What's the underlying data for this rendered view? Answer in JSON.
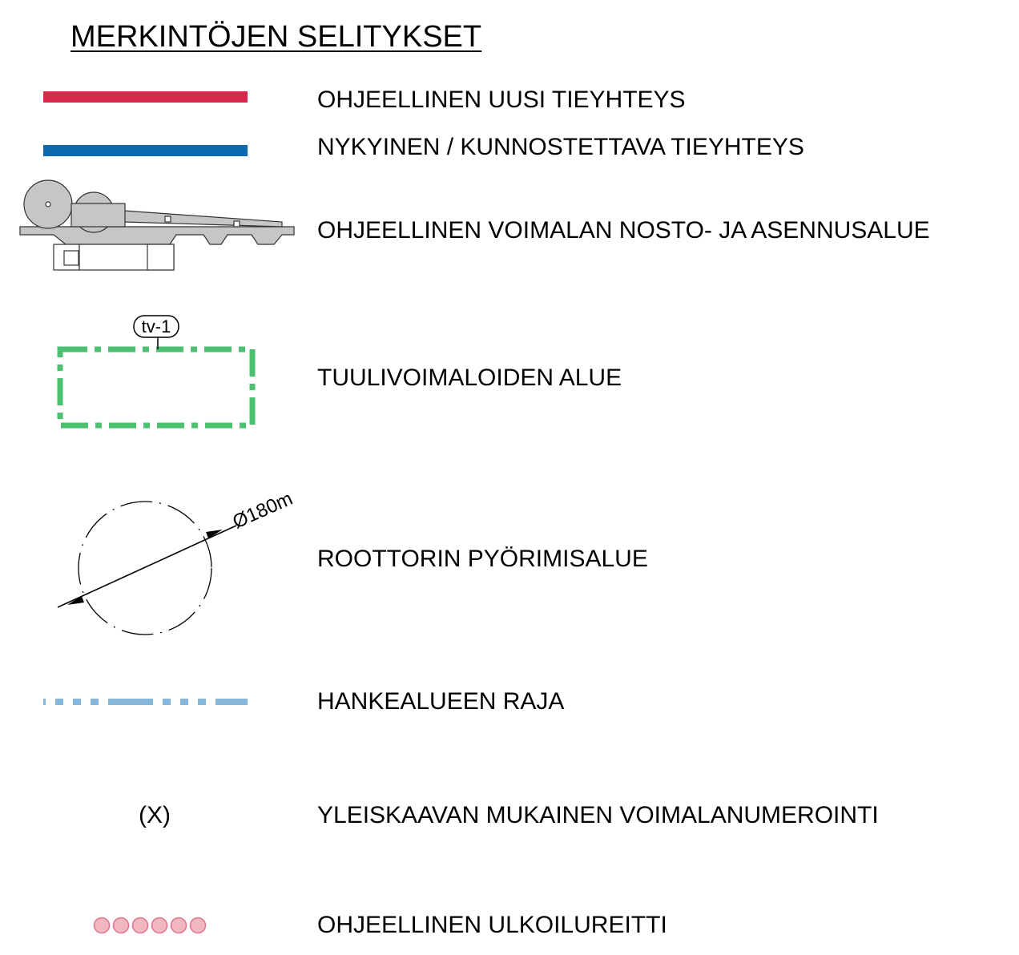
{
  "title": "MERKINTÖJEN SELITYKSET",
  "colors": {
    "new_road": "#d9294b",
    "existing_road": "#0b69ad",
    "wind_area": "#4dbf70",
    "project_boundary": "#86b8db",
    "trail": "#e27a8c",
    "trail_fill": "#f2b7c1",
    "crane_fill": "#c6c6c6"
  },
  "legend": [
    {
      "symbol": "solid-line-red",
      "label": "OHJEELLINEN UUSI TIEYHTEYS"
    },
    {
      "symbol": "solid-line-blue",
      "label": "NYKYINEN / KUNNOSTETTAVA TIEYHTEYS"
    },
    {
      "symbol": "crane-platform-icon",
      "label": "OHJEELLINEN VOIMALAN NOSTO- JA ASENNUSALUE"
    },
    {
      "symbol": "dash-dot-rectangle-green",
      "tag": "tv-1",
      "label": "TUULIVOIMALOIDEN ALUE"
    },
    {
      "symbol": "dash-dot-circle",
      "dimension": "Ø180m",
      "label": "ROOTTORIN PYÖRIMISALUE"
    },
    {
      "symbol": "dash-dot-line-lightblue",
      "label": "HANKEALUEEN RAJA"
    },
    {
      "symbol": "text-marker",
      "marker_text": "(X)",
      "label": "YLEISKAAVAN MUKAINEN VOIMALANUMEROINTI"
    },
    {
      "symbol": "pink-dots",
      "label": "OHJEELLINEN ULKOILUREITTI"
    }
  ]
}
